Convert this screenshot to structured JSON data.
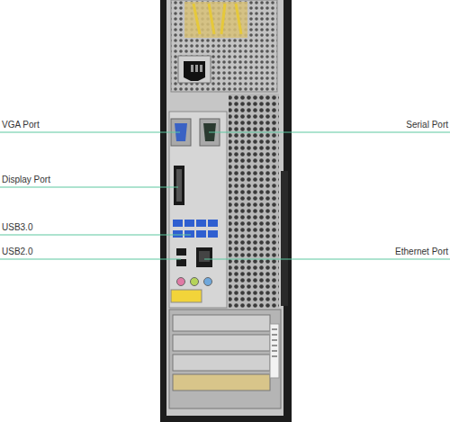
{
  "diagram": {
    "labels": [
      "VGA Port",
      "Serial Port",
      "Display Port",
      "USB3.0",
      "USB2.0",
      "Ethernet Port"
    ]
  }
}
